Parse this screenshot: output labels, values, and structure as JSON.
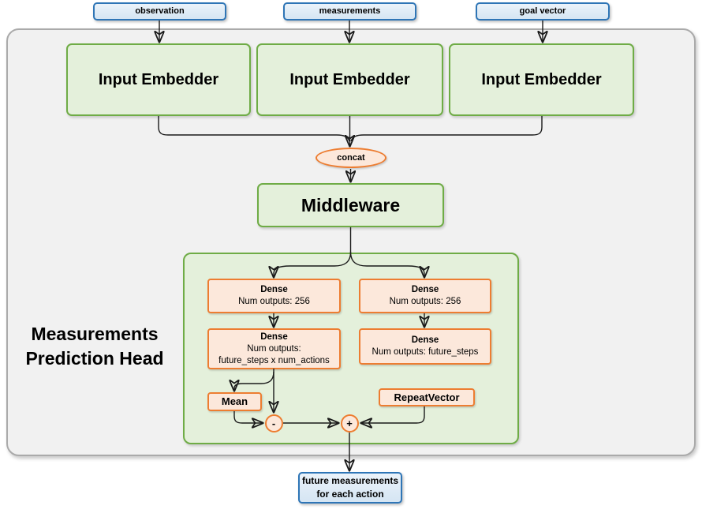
{
  "inputs": [
    {
      "label": "observation"
    },
    {
      "label": "measurements"
    },
    {
      "label": "goal vector"
    }
  ],
  "embedders": [
    {
      "label": "Input Embedder"
    },
    {
      "label": "Input Embedder"
    },
    {
      "label": "Input Embedder"
    }
  ],
  "concat": {
    "label": "concat"
  },
  "middleware": {
    "label": "Middleware"
  },
  "head": {
    "title_line1": "Measurements",
    "title_line2": "Prediction Head",
    "left": {
      "dense1_title": "Dense",
      "dense1_sub": "Num outputs: 256",
      "dense2_title": "Dense",
      "dense2_sub1": "Num outputs:",
      "dense2_sub2": "future_steps x num_actions",
      "mean_label": "Mean",
      "minus_label": "-"
    },
    "right": {
      "dense1_title": "Dense",
      "dense1_sub": "Num outputs: 256",
      "dense2_title": "Dense",
      "dense2_sub": "Num outputs: future_steps",
      "repeat_label": "RepeatVector",
      "plus_label": "+"
    }
  },
  "output": {
    "line1": "future measurements",
    "line2": "for each action"
  },
  "colors": {
    "green_border": "#6FAC46",
    "green_fill": "#E4F0DB",
    "orange_border": "#ED7D31",
    "orange_fill": "#FCE8DB",
    "blue_border": "#2E75B6",
    "blue_fill_top": "#EBF3FA",
    "blue_fill_bottom": "#D5E5F3",
    "outer_fill": "#F1F1F1",
    "outer_border": "#AAAAAA",
    "line_color": "#1A1A1A"
  }
}
